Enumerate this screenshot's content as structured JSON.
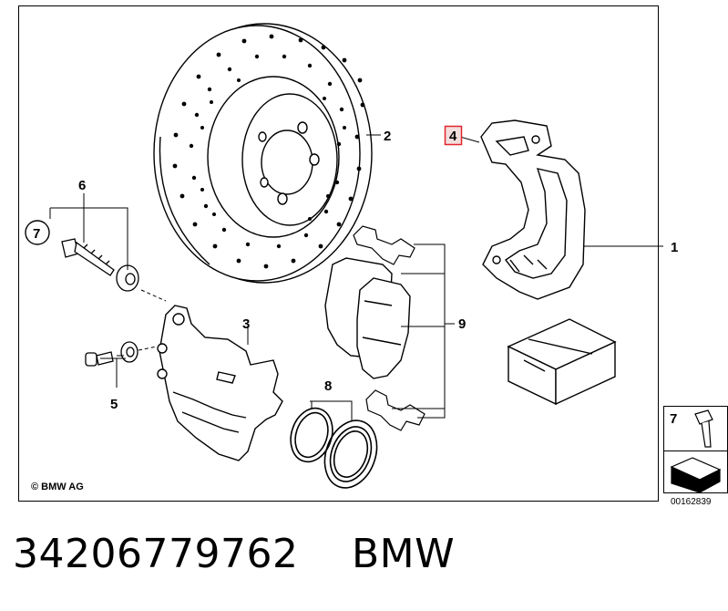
{
  "callouts": {
    "c1": "1",
    "c2": "2",
    "c3": "3",
    "c4": "4",
    "c5": "5",
    "c6": "6",
    "c7": "7",
    "c8": "8",
    "c9": "9"
  },
  "legend": {
    "number": "7",
    "diagram_id": "00162839"
  },
  "copyright": "© BMW AG",
  "footer": {
    "part_number": "34206779762",
    "brand": "BMW"
  },
  "colors": {
    "highlight_box": "#e0262b",
    "line": "#000000"
  }
}
